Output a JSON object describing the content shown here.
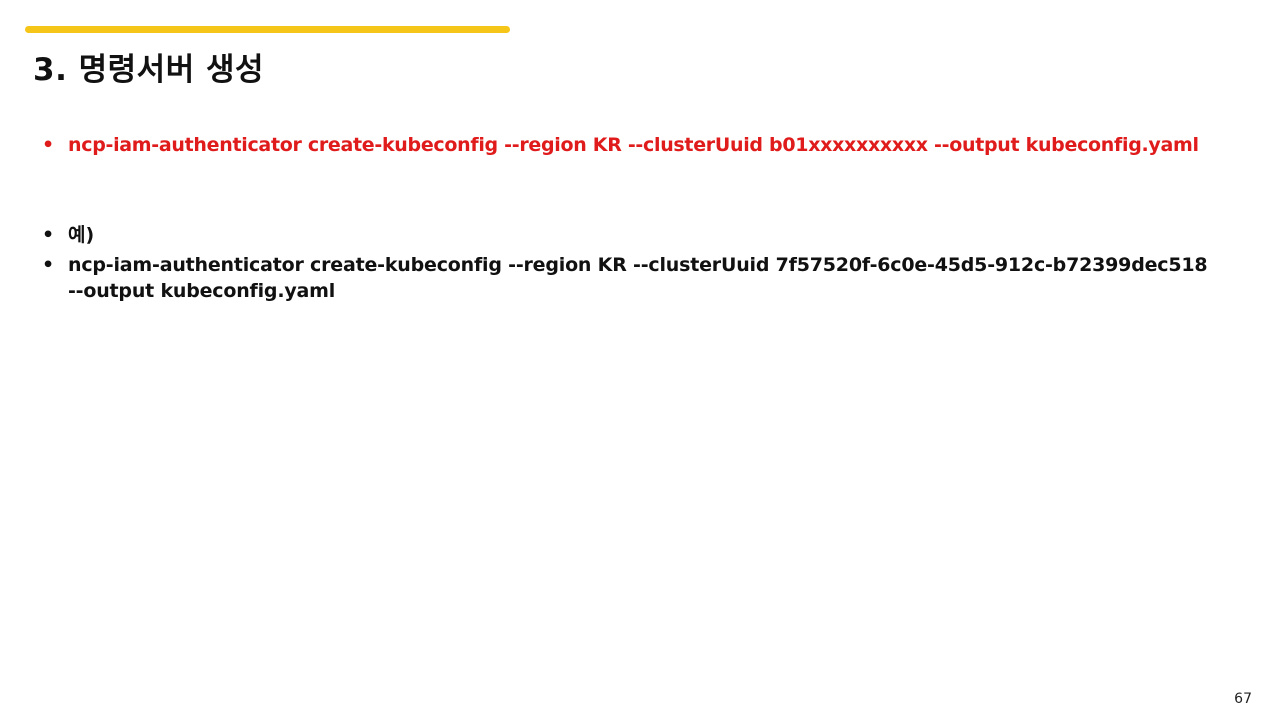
{
  "slide": {
    "title": "3. 명령서버 생성",
    "bullet_glyph": "•",
    "main_command": "ncp-iam-authenticator create-kubeconfig --region KR --clusterUuid b01xxxxxxxxxx --output kubeconfig.yaml",
    "example_label": "예)",
    "example_command": "ncp-iam-authenticator create-kubeconfig --region KR --clusterUuid 7f57520f-6c0e-45d5-912c-b72399dec518 --output kubeconfig.yaml",
    "page_number": "67"
  },
  "colors": {
    "accent_bar": "#f5c518",
    "command_highlight": "#e01b1b",
    "body_text": "#111111"
  }
}
